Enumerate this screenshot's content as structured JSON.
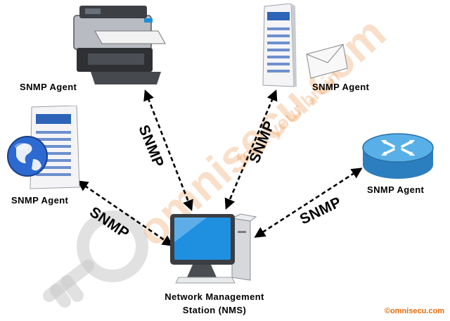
{
  "agents": [
    {
      "id": "printer",
      "label": "SNMP Agent",
      "icon": "printer-icon"
    },
    {
      "id": "mail-server",
      "label": "SNMP Agent",
      "icon": "mail-server-icon"
    },
    {
      "id": "web-server",
      "label": "SNMP Agent",
      "icon": "globe-server-icon"
    },
    {
      "id": "router",
      "label": "SNMP Agent",
      "icon": "router-icon"
    }
  ],
  "links": [
    {
      "from": "printer",
      "to": "nms",
      "label": "SNMP"
    },
    {
      "from": "mail-server",
      "to": "nms",
      "label": "SNMP"
    },
    {
      "from": "web-server",
      "to": "nms",
      "label": "SNMP"
    },
    {
      "from": "router",
      "to": "nms",
      "label": "SNMP"
    }
  ],
  "nms": {
    "line1": "Network Management",
    "line2": "Station (NMS)",
    "icon": "workstation-icon"
  },
  "watermark": {
    "text": "omnisecu.com",
    "tagline": "feed your brain",
    "color": "#e88c3c"
  },
  "credit": "©omnisecu.com"
}
